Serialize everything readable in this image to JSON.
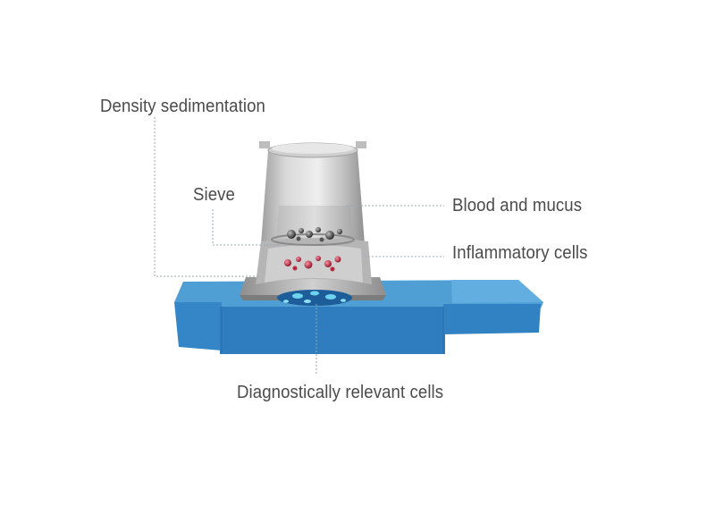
{
  "labels": {
    "density_sedimentation": "Density sedimentation",
    "sieve": "Sieve",
    "blood_and_mucus": "Blood and mucus",
    "inflammatory_cells": "Inflammatory cells",
    "diagnostically_relevant_cells": "Diagnostically relevant cells"
  },
  "colors": {
    "slide_top": "#4f9fd4",
    "slide_front": "#2f7cbf",
    "slide_side": "#3c8ccb",
    "cylinder_light": "#e3e3e3",
    "cylinder_dark": "#8a8a8a",
    "blood_cells": "#3a3a3a",
    "inflammatory_cells": "#a8243a",
    "relevant_cells": "#59c7e6",
    "leader_line": "#9aa7b3",
    "text": "#4b4b4b"
  }
}
